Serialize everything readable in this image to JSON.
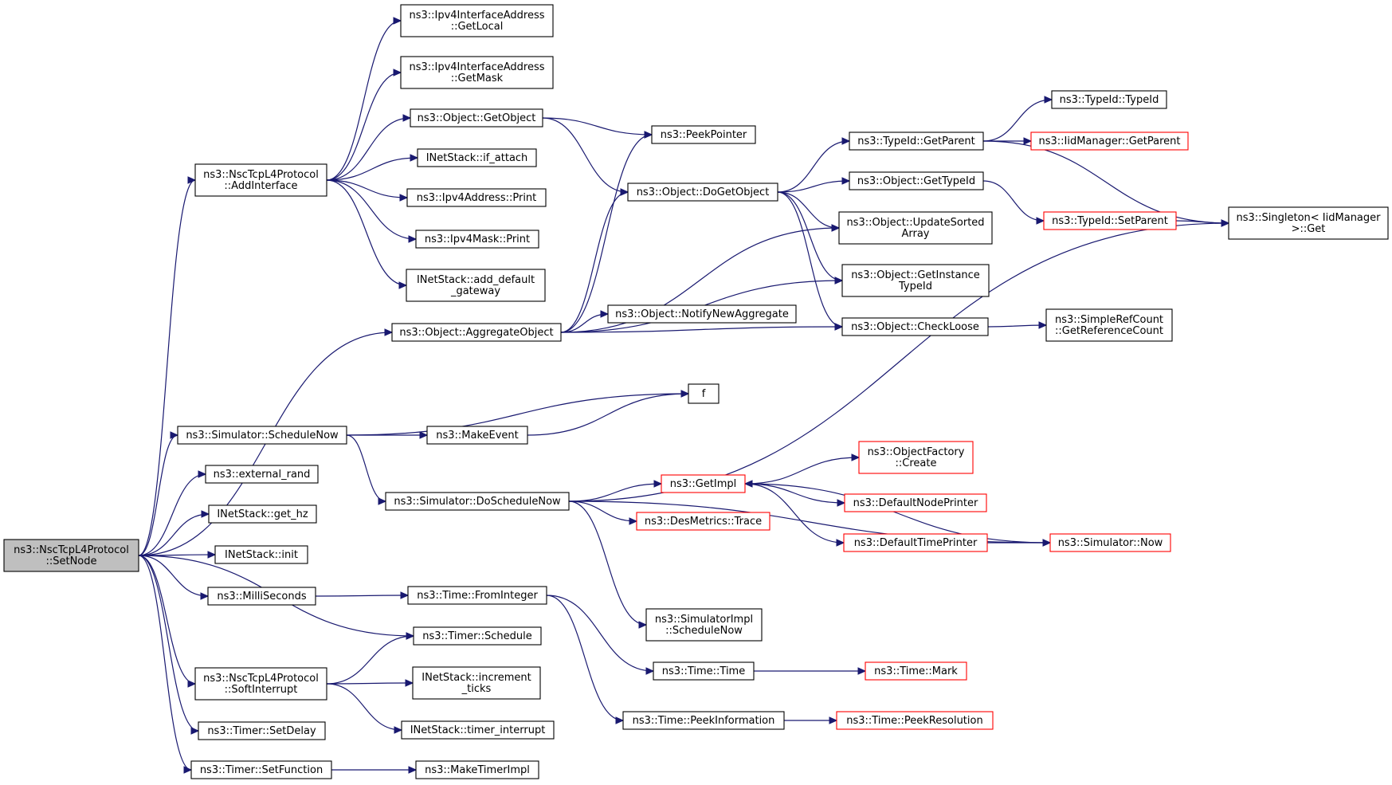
{
  "nodes": [
    {
      "id": "root",
      "lines": [
        "ns3::NscTcpL4Protocol",
        "::SetNode"
      ],
      "style": "root"
    },
    {
      "id": "addIf",
      "lines": [
        "ns3::NscTcpL4Protocol",
        "::AddInterface"
      ]
    },
    {
      "id": "getLocal",
      "lines": [
        "ns3::Ipv4InterfaceAddress",
        "::GetLocal"
      ]
    },
    {
      "id": "getMask",
      "lines": [
        "ns3::Ipv4InterfaceAddress",
        "::GetMask"
      ]
    },
    {
      "id": "getObject",
      "lines": [
        "ns3::Object::GetObject"
      ]
    },
    {
      "id": "ifAttach",
      "lines": [
        "INetStack::if_attach"
      ]
    },
    {
      "id": "ipv4AddrPrint",
      "lines": [
        "ns3::Ipv4Address::Print"
      ]
    },
    {
      "id": "ipv4MaskPrint",
      "lines": [
        "ns3::Ipv4Mask::Print"
      ]
    },
    {
      "id": "addGw",
      "lines": [
        "INetStack::add_default",
        "_gateway"
      ]
    },
    {
      "id": "aggObj",
      "lines": [
        "ns3::Object::AggregateObject"
      ]
    },
    {
      "id": "peekPtr",
      "lines": [
        "ns3::PeekPointer"
      ]
    },
    {
      "id": "doGetObj",
      "lines": [
        "ns3::Object::DoGetObject"
      ]
    },
    {
      "id": "notifyAgg",
      "lines": [
        "ns3::Object::NotifyNewAggregate"
      ]
    },
    {
      "id": "tidGetParent",
      "lines": [
        "ns3::TypeId::GetParent"
      ]
    },
    {
      "id": "objGetTypeId",
      "lines": [
        "ns3::Object::GetTypeId"
      ]
    },
    {
      "id": "updSorted",
      "lines": [
        "ns3::Object::UpdateSorted",
        "Array"
      ]
    },
    {
      "id": "getInstTid",
      "lines": [
        "ns3::Object::GetInstance",
        "TypeId"
      ]
    },
    {
      "id": "checkLoose",
      "lines": [
        "ns3::Object::CheckLoose"
      ]
    },
    {
      "id": "tidTypeId",
      "lines": [
        "ns3::TypeId::TypeId"
      ]
    },
    {
      "id": "iidGetParent",
      "lines": [
        "ns3::IidManager::GetParent"
      ],
      "style": "red"
    },
    {
      "id": "tidSetParent",
      "lines": [
        "ns3::TypeId::SetParent"
      ],
      "style": "red"
    },
    {
      "id": "singletonGet",
      "lines": [
        "ns3::Singleton< IidManager",
        ">::Get"
      ]
    },
    {
      "id": "simpleRef",
      "lines": [
        "ns3::SimpleRefCount",
        "::GetReferenceCount"
      ]
    },
    {
      "id": "f",
      "lines": [
        "f"
      ]
    },
    {
      "id": "schedNow",
      "lines": [
        "ns3::Simulator::ScheduleNow"
      ]
    },
    {
      "id": "makeEvent",
      "lines": [
        "ns3::MakeEvent"
      ]
    },
    {
      "id": "extRand",
      "lines": [
        "ns3::external_rand"
      ]
    },
    {
      "id": "doSchedNow",
      "lines": [
        "ns3::Simulator::DoScheduleNow"
      ]
    },
    {
      "id": "getImpl",
      "lines": [
        "ns3::GetImpl"
      ],
      "style": "red"
    },
    {
      "id": "objFactory",
      "lines": [
        "ns3::ObjectFactory",
        "::Create"
      ],
      "style": "red"
    },
    {
      "id": "defNodePr",
      "lines": [
        "ns3::DefaultNodePrinter"
      ],
      "style": "red"
    },
    {
      "id": "desTrace",
      "lines": [
        "ns3::DesMetrics::Trace"
      ],
      "style": "red"
    },
    {
      "id": "defTimePr",
      "lines": [
        "ns3::DefaultTimePrinter"
      ],
      "style": "red"
    },
    {
      "id": "simNow",
      "lines": [
        "ns3::Simulator::Now"
      ],
      "style": "red"
    },
    {
      "id": "getHz",
      "lines": [
        "INetStack::get_hz"
      ]
    },
    {
      "id": "init",
      "lines": [
        "INetStack::init"
      ]
    },
    {
      "id": "milli",
      "lines": [
        "ns3::MilliSeconds"
      ]
    },
    {
      "id": "fromInt",
      "lines": [
        "ns3::Time::FromInteger"
      ]
    },
    {
      "id": "simImplSched",
      "lines": [
        "ns3::SimulatorImpl",
        "::ScheduleNow"
      ]
    },
    {
      "id": "timerSched",
      "lines": [
        "ns3::Timer::Schedule"
      ]
    },
    {
      "id": "softInt",
      "lines": [
        "ns3::NscTcpL4Protocol",
        "::SoftInterrupt"
      ]
    },
    {
      "id": "incTicks",
      "lines": [
        "INetStack::increment",
        "_ticks"
      ]
    },
    {
      "id": "timeTime",
      "lines": [
        "ns3::Time::Time"
      ]
    },
    {
      "id": "timeMark",
      "lines": [
        "ns3::Time::Mark"
      ],
      "style": "red"
    },
    {
      "id": "timerSetDelay",
      "lines": [
        "ns3::Timer::SetDelay"
      ]
    },
    {
      "id": "timerInt",
      "lines": [
        "INetStack::timer_interrupt"
      ]
    },
    {
      "id": "peekInfo",
      "lines": [
        "ns3::Time::PeekInformation"
      ]
    },
    {
      "id": "peekRes",
      "lines": [
        "ns3::Time::PeekResolution"
      ],
      "style": "red"
    },
    {
      "id": "timerSetFn",
      "lines": [
        "ns3::Timer::SetFunction"
      ]
    },
    {
      "id": "makeTimerImpl",
      "lines": [
        "ns3::MakeTimerImpl"
      ]
    }
  ],
  "edges": [
    [
      "root",
      "addIf"
    ],
    [
      "root",
      "aggObj"
    ],
    [
      "root",
      "schedNow"
    ],
    [
      "root",
      "extRand"
    ],
    [
      "root",
      "getHz"
    ],
    [
      "root",
      "init"
    ],
    [
      "root",
      "milli"
    ],
    [
      "root",
      "timerSched"
    ],
    [
      "root",
      "softInt"
    ],
    [
      "root",
      "timerSetDelay"
    ],
    [
      "root",
      "timerSetFn"
    ],
    [
      "addIf",
      "getLocal"
    ],
    [
      "addIf",
      "getMask"
    ],
    [
      "addIf",
      "getObject"
    ],
    [
      "addIf",
      "ifAttach"
    ],
    [
      "addIf",
      "ipv4AddrPrint"
    ],
    [
      "addIf",
      "ipv4MaskPrint"
    ],
    [
      "addIf",
      "addGw"
    ],
    [
      "getObject",
      "peekPtr"
    ],
    [
      "getObject",
      "doGetObj"
    ],
    [
      "aggObj",
      "peekPtr"
    ],
    [
      "aggObj",
      "doGetObj"
    ],
    [
      "aggObj",
      "updSorted"
    ],
    [
      "aggObj",
      "getInstTid"
    ],
    [
      "aggObj",
      "notifyAgg"
    ],
    [
      "aggObj",
      "checkLoose"
    ],
    [
      "doGetObj",
      "tidGetParent"
    ],
    [
      "doGetObj",
      "objGetTypeId"
    ],
    [
      "doGetObj",
      "updSorted"
    ],
    [
      "doGetObj",
      "getInstTid"
    ],
    [
      "doGetObj",
      "checkLoose"
    ],
    [
      "tidGetParent",
      "tidTypeId"
    ],
    [
      "tidGetParent",
      "iidGetParent"
    ],
    [
      "tidGetParent",
      "singletonGet"
    ],
    [
      "objGetTypeId",
      "tidSetParent"
    ],
    [
      "tidSetParent",
      "singletonGet"
    ],
    [
      "checkLoose",
      "simpleRef"
    ],
    [
      "schedNow",
      "f"
    ],
    [
      "schedNow",
      "makeEvent"
    ],
    [
      "schedNow",
      "doSchedNow"
    ],
    [
      "makeEvent",
      "f"
    ],
    [
      "doSchedNow",
      "singletonGet"
    ],
    [
      "doSchedNow",
      "getImpl"
    ],
    [
      "doSchedNow",
      "desTrace"
    ],
    [
      "doSchedNow",
      "simNow"
    ],
    [
      "doSchedNow",
      "simImplSched"
    ],
    [
      "getImpl",
      "objFactory"
    ],
    [
      "getImpl",
      "defNodePr"
    ],
    [
      "getImpl",
      "defTimePr"
    ],
    [
      "defTimePr",
      "simNow"
    ],
    [
      "simNow",
      "getImpl"
    ],
    [
      "milli",
      "fromInt"
    ],
    [
      "fromInt",
      "timeTime"
    ],
    [
      "fromInt",
      "peekInfo"
    ],
    [
      "timeTime",
      "timeMark"
    ],
    [
      "peekInfo",
      "peekRes"
    ],
    [
      "softInt",
      "timerSched"
    ],
    [
      "softInt",
      "incTicks"
    ],
    [
      "softInt",
      "timerInt"
    ],
    [
      "timerSetFn",
      "makeTimerImpl"
    ]
  ]
}
